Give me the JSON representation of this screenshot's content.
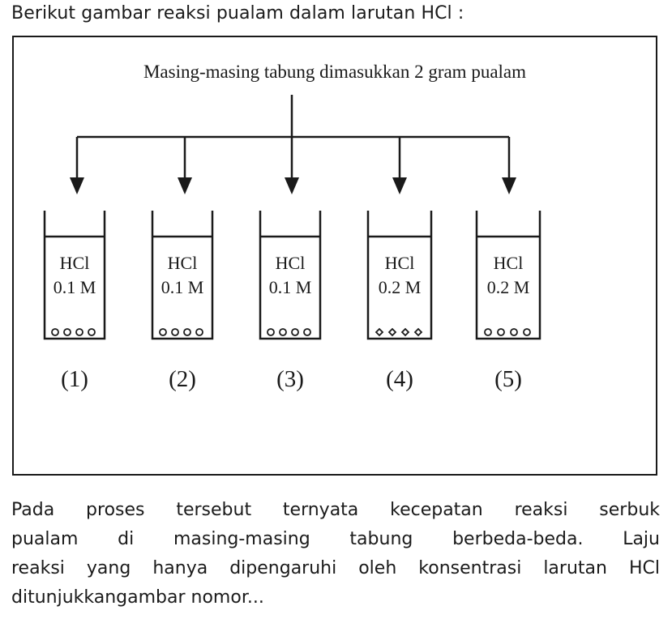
{
  "intro_text": "Berikut gambar reaksi pualam dalam larutan HCl :",
  "figure": {
    "caption": "Masing-masing tabung dimasukkan 2 gram pualam",
    "tubes": [
      {
        "solute": "HCl",
        "concentration": "0.1 M",
        "number": "(1)"
      },
      {
        "solute": "HCl",
        "concentration": "0.1 M",
        "number": "(2)"
      },
      {
        "solute": "HCl",
        "concentration": "0.1 M",
        "number": "(3)"
      },
      {
        "solute": "HCl",
        "concentration": "0.2 M",
        "number": "(4)"
      },
      {
        "solute": "HCl",
        "concentration": "0.2 M",
        "number": "(5)"
      }
    ]
  },
  "question_lines": [
    "Pada proses tersebut ternyata kecepatan reaksi serbuk",
    "pualam di masing-masing tabung berbeda-beda. Laju",
    "reaksi yang hanya dipengaruhi oleh konsentrasi larutan HCl",
    "ditunjukkangambar nomor..."
  ]
}
